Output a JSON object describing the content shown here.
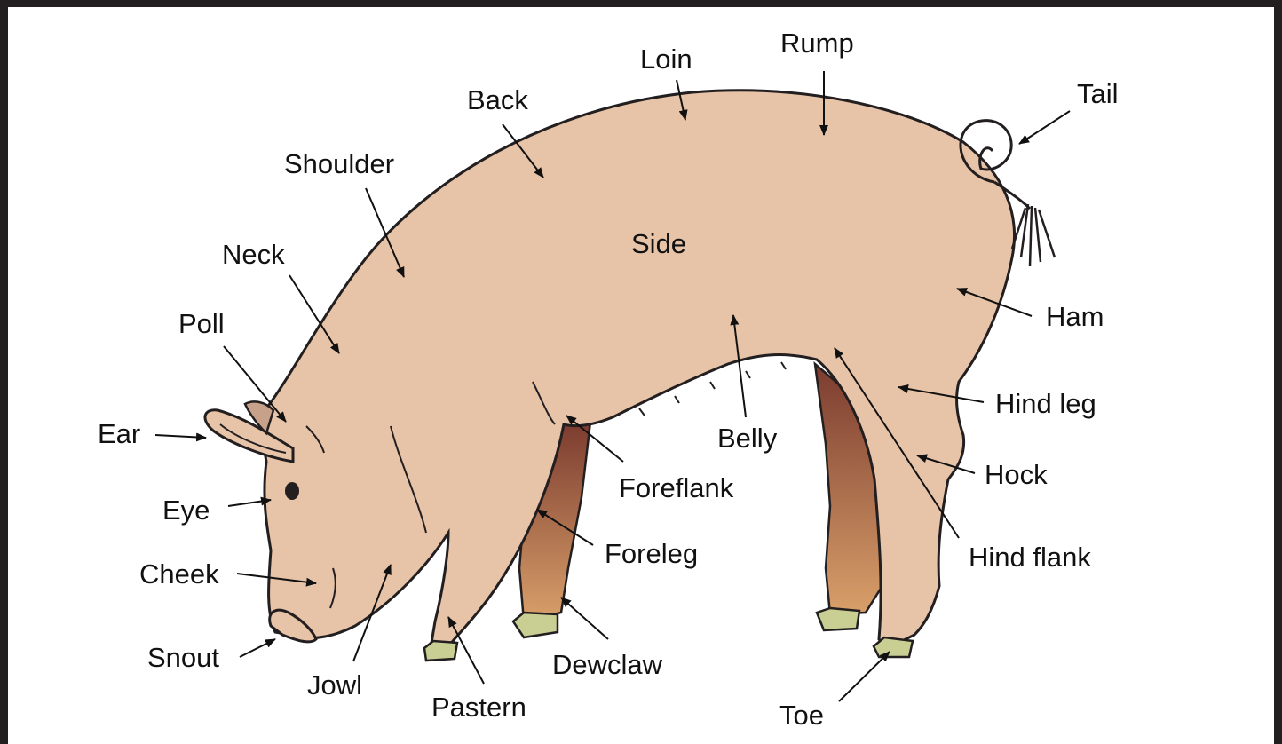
{
  "diagram": {
    "colors": {
      "body_fill": "#e7c3a8",
      "outline": "#231f20",
      "leg_shade_dark": "#7b3b2f",
      "leg_shade_light": "#d9a06a",
      "hoof": "#c9cf93",
      "frame": "#231f20"
    },
    "labels": {
      "rump": "Rump",
      "loin": "Loin",
      "back": "Back",
      "tail": "Tail",
      "shoulder": "Shoulder",
      "side": "Side",
      "neck": "Neck",
      "ham": "Ham",
      "poll": "Poll",
      "hind_leg": "Hind leg",
      "ear": "Ear",
      "belly": "Belly",
      "hock": "Hock",
      "foreflank": "Foreflank",
      "eye": "Eye",
      "foreleg": "Foreleg",
      "hind_flank": "Hind flank",
      "cheek": "Cheek",
      "snout": "Snout",
      "dewclaw": "Dewclaw",
      "jowl": "Jowl",
      "pastern": "Pastern",
      "toe": "Toe"
    }
  }
}
